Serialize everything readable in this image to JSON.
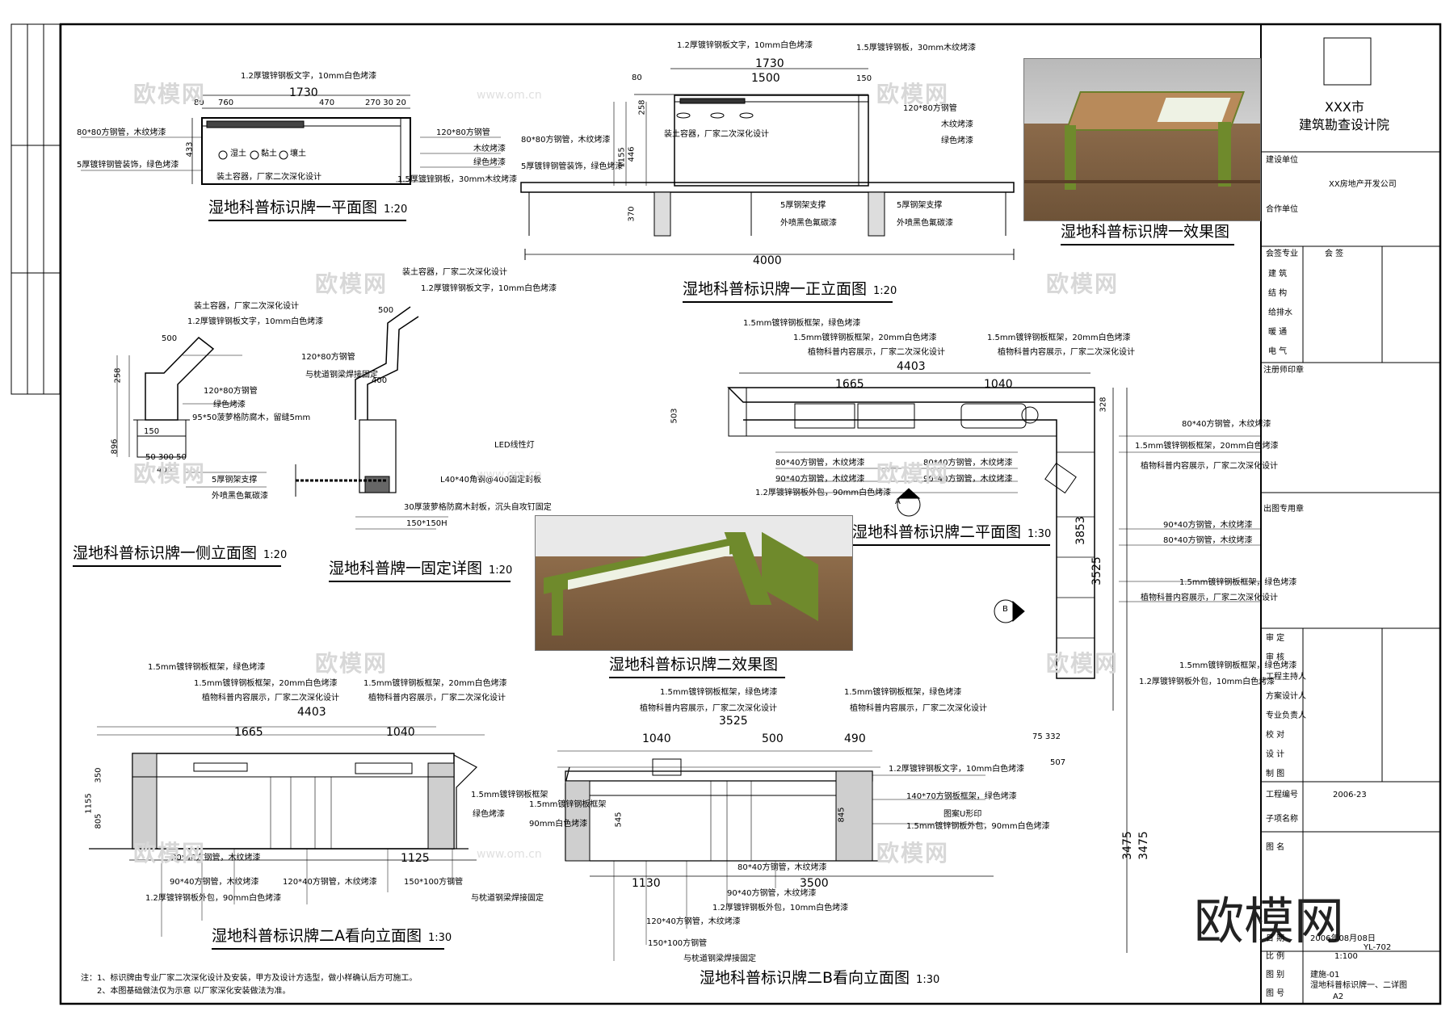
{
  "titles": {
    "plan1": "湿地科普标识牌一平面图",
    "plan1_scale": "1:20",
    "front1": "湿地科普标识牌一正立面图",
    "front1_scale": "1:20",
    "render1": "湿地科普标识牌一效果图",
    "side1": "湿地科普标识牌一侧立面图",
    "side1_scale": "1:20",
    "fix": "湿地科普牌一固定详图",
    "fix_scale": "1:20",
    "plan2": "湿地科普标识牌二平面图",
    "plan2_scale": "1:30",
    "render2": "湿地科普标识牌二效果图",
    "elevA": "湿地科普标识牌二A看向立面图",
    "elevA_scale": "1:30",
    "elevB": "湿地科普标识牌二B看向立面图",
    "elevB_scale": "1:30"
  },
  "annotations": {
    "a1": "1.2厚镀锌钢板文字，10mm白色烤漆",
    "a2": "1.5厚镀锌钢板，30mm木纹烤漆",
    "a3": "80*80方钢管，木纹烤漆",
    "a4": "5厚镀锌钢管装饰，绿色烤漆",
    "a5": "120*80方钢管",
    "a6": "木纹烤漆",
    "a7": "绿色烤漆",
    "a8": "装土容器，厂家二次深化设计",
    "a9": "5厚钢架支撑",
    "a10": "外喷黑色氟碳漆",
    "a11": "95*50菠萝格防腐木，留缝5mm",
    "a12": "120*80方钢管",
    "a13": "与枕道钢梁焊接固定",
    "a14": "LED线性灯",
    "a15": "L40*40角钢@400固定封板",
    "a16": "30厚菠萝格防腐木封板，沉头自攻钉固定",
    "a17": "150*150H",
    "b1": "1.5mm镀锌钢板框架，绿色烤漆",
    "b2": "1.5mm镀锌钢板框架，20mm白色烤漆",
    "b3": "植物科普内容展示，厂家二次深化设计",
    "b4": "80*40方钢管，木纹烤漆",
    "b5": "90*40方钢管，木纹烤漆",
    "b6": "1.2厚镀锌钢板外包，90mm白色烤漆",
    "b7": "1.2厚镀锌钢板文字，10mm白色烤漆",
    "b8": "120*40方钢管，木纹烤漆",
    "b9": "150*100方钢管",
    "b10": "与枕道钢梁焊接固定",
    "b11": "1.5mm镀锌钢板框架",
    "b12": "90mm白色烤漆",
    "b13": "140*70方钢板框架，绿色烤漆",
    "b14": "图案U形印",
    "b15": "1.2厚镀锌钢板外包，10mm白色烤漆",
    "b16": "1.5mm镀锌钢板外包，90mm白色烤漆",
    "r1_1": "湿土",
    "r1_2": "黏土",
    "r1_3": "壤土",
    "section_a": "A",
    "section_b": "B"
  },
  "dims": {
    "d1730": "1730",
    "d1500": "1500",
    "d80": "80",
    "d760": "760",
    "d470": "470",
    "d270": "270 30 20",
    "d150": "150",
    "d433": "433",
    "d258": "258",
    "d1155": "1155",
    "d446": "446",
    "d370": "370",
    "d4000": "4000",
    "d500": "500",
    "d896": "896",
    "d400": "400",
    "d300": "50 300 50",
    "d4403": "4403",
    "d1665": "1665",
    "d1040": "1040",
    "d3853": "3853",
    "d3525": "3525",
    "d3475": "3475",
    "d3500": "3500",
    "d1130": "1130",
    "d1125": "1125",
    "d507": "507",
    "d75332": "75 332",
    "d503": "503",
    "d328": "328",
    "d805": "805",
    "d350": "350",
    "d845": "845",
    "d545": "545",
    "d490": "490"
  },
  "notes": {
    "n1": "注：1、标识牌由专业厂家二次深化设计及安装，甲方及设计方选型，做小样确认后方可施工。",
    "n2": "2、本图基础做法仅为示意 以厂家深化安装做法为准。"
  },
  "titleblock": {
    "org_line1": "XXX市",
    "org_line2": "建筑勘查设计院",
    "client_label": "建设单位",
    "client": "XX房地产开发公司",
    "partner_label": "合作单位",
    "sign_header": "会签专业",
    "sign_header2": "会  签",
    "disciplines": [
      "建  筑",
      "结  构",
      "给排水",
      "暖  通",
      "电  气"
    ],
    "reg_stamp": "注册师印章",
    "issue_stamp": "出图专用章",
    "roles": [
      "审  定",
      "审  核",
      "工程主持人",
      "方案设计人",
      "专业负责人",
      "校  对",
      "设  计",
      "制  图"
    ],
    "project_no_label": "工程编号",
    "project_no": "2006-23",
    "subitem_label": "子项名称",
    "drawing_name_label": "图  名",
    "date_label": "日  期",
    "date": "2006年08月08日",
    "scale_label": "比  例",
    "scale": "1:100",
    "sheet_label": "图  别",
    "sheet": "建施-01",
    "no_label": "图  号",
    "drawing_name": "湿地科普标识牌一、二详图",
    "sheet_size": "A2",
    "code": "YL-702"
  },
  "watermark": {
    "brand": "欧模网",
    "url": "www.om.cn"
  }
}
